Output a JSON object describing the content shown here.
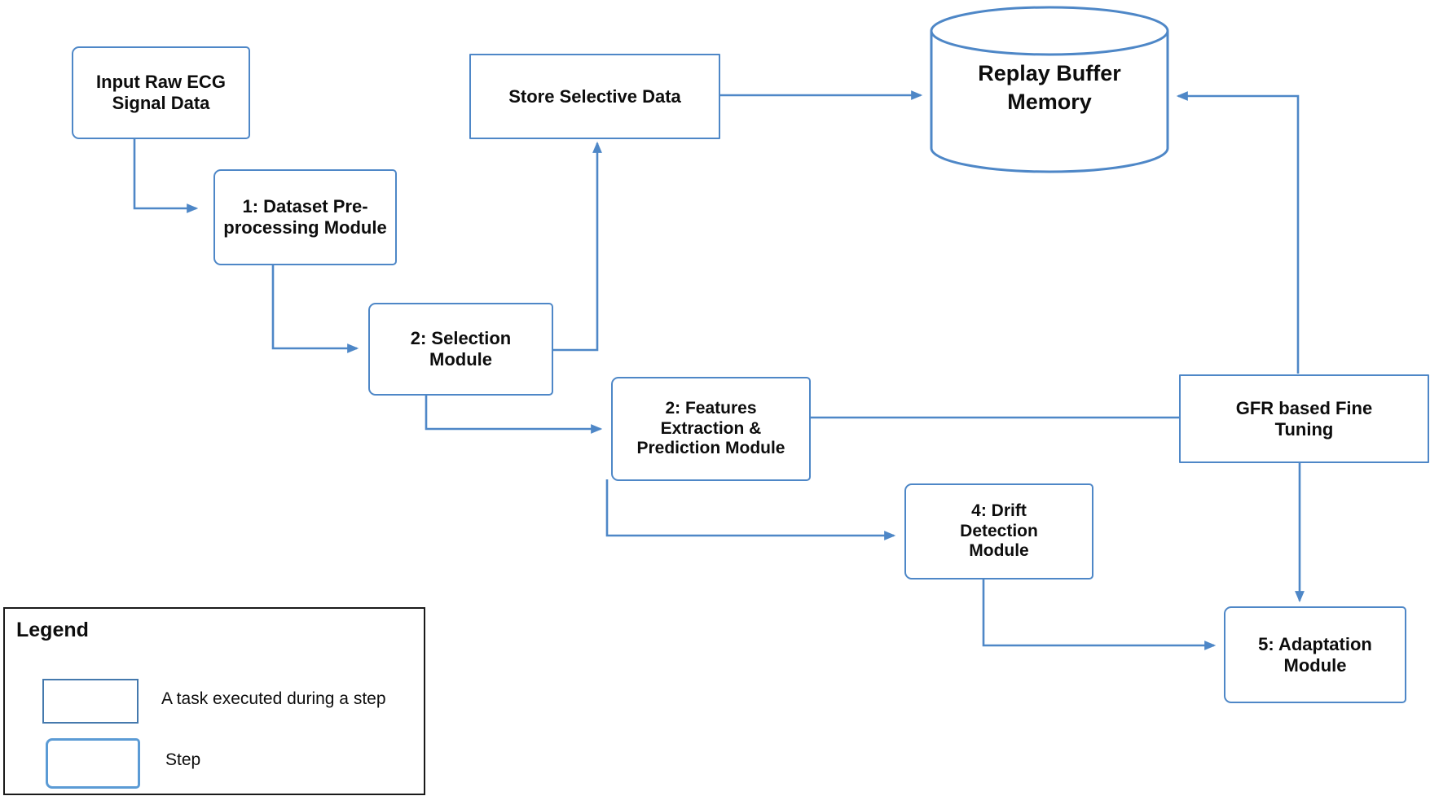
{
  "diagram_type": "flowchart",
  "nodes": {
    "input": {
      "label": "Input Raw ECG Signal Data",
      "shape": "step"
    },
    "dataset": {
      "label": "1: Dataset Pre-processing Module",
      "shape": "step"
    },
    "selection": {
      "label": "2: Selection Module",
      "shape": "step"
    },
    "features": {
      "label": "2: Features Extraction & Prediction Module",
      "shape": "step"
    },
    "drift": {
      "label": "4: Drift Detection Module",
      "shape": "step"
    },
    "adaptation": {
      "label": "5: Adaptation Module",
      "shape": "step"
    },
    "store": {
      "label": "Store Selective Data",
      "shape": "task"
    },
    "gfr": {
      "label": "GFR based Fine Tuning",
      "shape": "task"
    },
    "replay": {
      "label": "Replay Buffer Memory",
      "shape": "datastore-cylinder"
    }
  },
  "edges": [
    {
      "from": "input",
      "to": "dataset",
      "arrow": true
    },
    {
      "from": "dataset",
      "to": "selection",
      "arrow": true
    },
    {
      "from": "selection",
      "to": "features",
      "arrow": true
    },
    {
      "from": "selection",
      "to": "store",
      "arrow": true
    },
    {
      "from": "store",
      "to": "replay",
      "arrow": true
    },
    {
      "from": "features",
      "to": "gfr",
      "arrow": false
    },
    {
      "from": "gfr",
      "to": "replay",
      "arrow": true
    },
    {
      "from": "gfr",
      "to": "adaptation",
      "arrow": true
    },
    {
      "from": "features",
      "to": "drift",
      "arrow": true
    },
    {
      "from": "drift",
      "to": "adaptation",
      "arrow": true
    }
  ],
  "legend": {
    "title": "Legend",
    "items": [
      {
        "symbol": "task-rectangle",
        "label": "A task executed during a step"
      },
      {
        "symbol": "step-stacked-rounded-rectangle",
        "label": "Step"
      }
    ]
  },
  "colors": {
    "accent": "#4E87C7",
    "accent_light": "#5B9BD5",
    "text": "#0d0d0d",
    "legend_border": "#1a1a1a"
  }
}
